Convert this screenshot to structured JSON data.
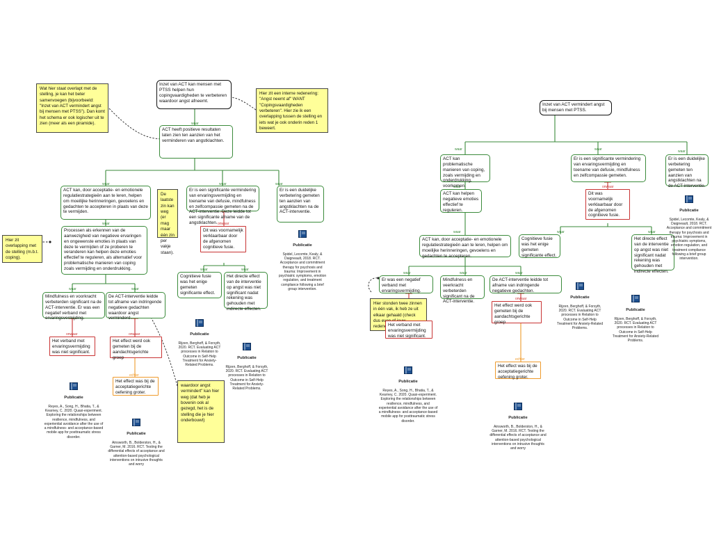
{
  "labels": {
    "waar": "waar",
    "onwaar": "onwaar",
    "echter": "echter",
    "publicatie": "Publicatie"
  },
  "colors": {
    "green": "#3a8a3a",
    "red": "#c83232",
    "orange": "#ef9a2b",
    "note": "#ffff99",
    "book": "#1d4f8f"
  },
  "left": {
    "root": "Inzet van ACT kan mensen met PTSS helpen hun copingvaardigheden te verbeteren waardoor angst afneemt.",
    "n1": "ACT heeft positieve resultaten laten zien ten aanzien van het verminderen van angstklachten.",
    "n2": "ACT kan, door acceptatie- en emotionele regulatiestrategieën aan te leren, helpen om moeilijke herinneringen, gevoelens en gedachten te accepteren in plaats van deze te vermijden.",
    "n3": "Er is een significante vermindering van ervaringsvermijding en toename van defusie, mindfulness en zelfcompassie gemeten na de ACT-interventie. Deze leidde tot een significante afname van de angstklachten.",
    "n4": "Er is een duidelijke verbetering gemeten ten aanzien van angstklachten na de ACT-interventie.",
    "n5": "Processen als erkennen van de aanwezigheid van negatieve ervaringen en ongewenste emoties in plaats van deze te vermijden of ze proberen te veranderen kan helpen deze emoties effectief te reguleren, als alternatief voor problematische manieren van coping zoals vermijding en onderdrukking.",
    "n6": "Dit was voornamelijk verklaarbaar door de afgenomen cognitieve fusie.",
    "n7": "Mindfulness en voorkracht verbeterden significant na de ACT-interventie. Er was een negatief verband met ervaringsvermijding.",
    "n8": "De ACT-interventie leidde tot afname van indringende negatieve gedachten waardoor angst verminderd.",
    "n9": "Cognitieve fusie was het enige gemeten significante effect.",
    "n10": "Het directe effect van de interventie op angst was niet significant nadat rekening was gehouden met indirecte effecten.",
    "n11": "Het verband met ervaringsvermijding was niet significant.",
    "n12": "Het effect werd ook gemeten bij de aandachtsgerichte groep",
    "n13": "Het effect was bij de acceptatiegerichte oefening groter.",
    "pubA": "Spidel, Lecomte, Kealy, & Daigneault, 2018. RCT. Acceptance and commitment therapy for psychosis and trauma: Improvement in psychiatric symptoms, emotion regulation, and treatment compliance following a brief group intervention.",
    "pubB": "Rijzen, Berghoff, & Forsyth, 2020. RCT. Evaluating ACT processes in Relation to Outcome in Self-Help Treatment for Anxiety-Related Problems.",
    "pubC": "Rijzen, Berghoff, & Forsyth, 2020. RCT. Evaluating ACT processes in Relation to Outcome in Self-Help Treatment for Anxiety-Related Problems.",
    "pubD": "Reyes, A., Song, H., Bhatia, T., & Kearney, C. 2020. Quasi-experiment. Exploring the relationships between resilience, mindfulness, and experiential avoidance after the use of a mindfulness- and acceptance-based mobile app for posttraumatic stress disorder.",
    "pubE": "Ainsworth, B., Bolderston, H., & Garner, M. 2016. RCT. Testing the differential effects of acceptance and attention-based psychological interventions on intrusive thoughts and worry"
  },
  "notes": {
    "note1": "Wat hier staat overlapt met de stelling, je kan het beter samenvoegen (bijvoorbeeld: \"Inzet van ACT vermindert angst bij mensen met PTSS\"). Dan komt het schema er ook logischer uit te zien (meer als een piramide).",
    "note2": "Hier zit een interne redenering: \"Angst neemt af\" WANT \"Copingsvaardigheden verbeteren\". Hier zie ik een overlapping tussen de stelling en iets wat je ook onderin reden 1 beweert.",
    "note3": "De laatste zin kan weg (er mag maar één zin per vakje staan).",
    "note4": "Hier zit overlapping met de stelling (m.b.t. coping).",
    "note5": "waardoor angst vermindert\" kan hier weg (dat heb je bovenin ook al gezegd, het is de stelling die je hier onderbouwt)",
    "note6": "Hier stonden twee zinnen in één vak, ik heb ze uit elkaar gehaald (check dus even of jouw redenering zo nog klopt)"
  },
  "right": {
    "root": "Inzet van ACT vermindert angst bij mensen met PTSS.",
    "n1": "ACT kan problematische manieren van coping, zoals vermijding en onderdrukking, voorkomen.",
    "n2": "Er is een significante vermindering van ervaringsvermijding en toename van defusie, mindfulness en zelfcompassie gemeten.",
    "n3": "Er is een duidelijke verbetering gemeten ten aanzien van angstklachten na de ACT-interventie.",
    "n4": "ACT kan helpen negatieve emoties effectief te reguleren.",
    "n5": "Dit was voornamelijk verklaarbaar door de afgenomen cognitieve fusie.",
    "n6": "ACT kan, door acceptatie- en emotionele regulatiestrategieën aan te leren, helpen om moeilijke herinneringen, gevoelens en gedachten te accepteren.",
    "n7": "Cognitieve fusie was het enige gemeten significante effect.",
    "n8": "Het directe effect van de interventie op angst was niet significant nadat rekening was gehouden met indirecte effecten.",
    "n9": "Er was een negatief verband met ervaringsvermijding.",
    "n10": "Mindfulness en veerkracht verbeterden significant na de ACT-interventie.",
    "n11": "De ACT-interventie leidde tot afname van indringende negatieve gedachten.",
    "n12": "Het verband met ervaringsvermijding was niet significant.",
    "n13": "Het effect werd ook gemeten bij de aandachtsgerichte groep",
    "n14": "Het effect was bij de acceptatiegerichte oefening groter.",
    "pubA": "Spidel, Lecomte, Kealy, & Daigneault, 2018. RCT. Acceptance and commitment therapy for psychosis and trauma: Improvement in psychiatric symptoms, emotion regulation, and treatment compliance following a brief group intervention.",
    "pubB": "Rijzen, Berghoff, & Forsyth, 2020. RCT. Evaluating ACT processes in Relation to Outcome in Self-Help Treatment for Anxiety-Related Problems.",
    "pubC": "Rijzen, Berghoff, & Forsyth, 2020. RCT. Evaluating ACT processes in Relation to Outcome in Self-Help Treatment for Anxiety-Related Problems.",
    "pubD": "Reyes, A., Song, H., Bhatia, T., & Kearney, C. 2020. Quasi-experiment. Exploring the relationships between resilience, mindfulness, and experiential avoidance after the use of a mindfulness- and acceptance-based mobile app for posttraumatic stress disorder.",
    "pubE": "Ainsworth, B., Bolderston, H., & Garner, M. 2016. RCT. Testing the differential effects of acceptance and attention-based psychological interventions on intrusive thoughts and worry"
  }
}
